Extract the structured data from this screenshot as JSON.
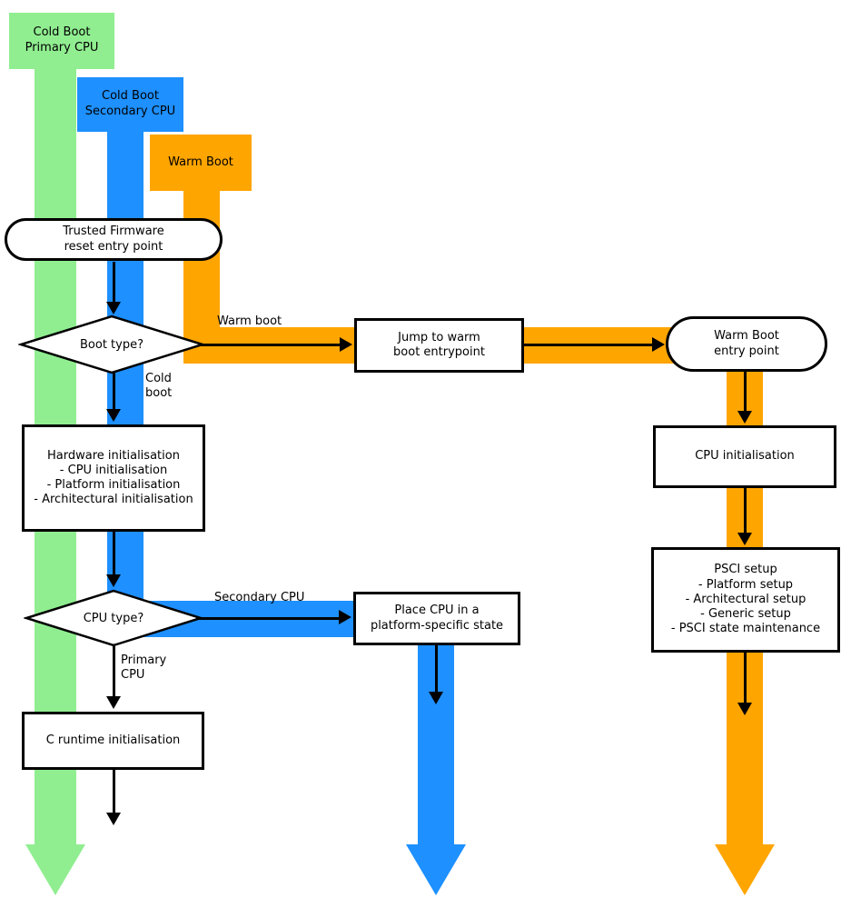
{
  "colors": {
    "green": "#90EE90",
    "blue": "#1E90FF",
    "orange": "#FFA500"
  },
  "legends": {
    "cold_boot_primary": "Cold Boot\nPrimary CPU",
    "cold_boot_secondary": "Cold Boot\nSecondary CPU",
    "warm_boot": "Warm Boot"
  },
  "nodes": {
    "reset_entry": "Trusted Firmware\nreset entry point",
    "boot_type": "Boot type?",
    "jump_warm": "Jump to warm\nboot entrypoint",
    "warm_entry": "Warm Boot\nentry point",
    "hw_init": "Hardware initialisation\n- CPU initialisation\n- Platform initialisation\n- Architectural initialisation",
    "cpu_type": "CPU type?",
    "place_cpu": "Place CPU in a\nplatform-specific state",
    "c_runtime": "C runtime initialisation",
    "cpu_init": "CPU initialisation",
    "psci_setup": "PSCI setup\n- Platform setup\n- Architectural setup\n- Generic setup\n- PSCI state maintenance"
  },
  "edge_labels": {
    "warm_boot": "Warm boot",
    "cold_boot": "Cold\nboot",
    "secondary_cpu": "Secondary CPU",
    "primary_cpu": "Primary\nCPU"
  }
}
